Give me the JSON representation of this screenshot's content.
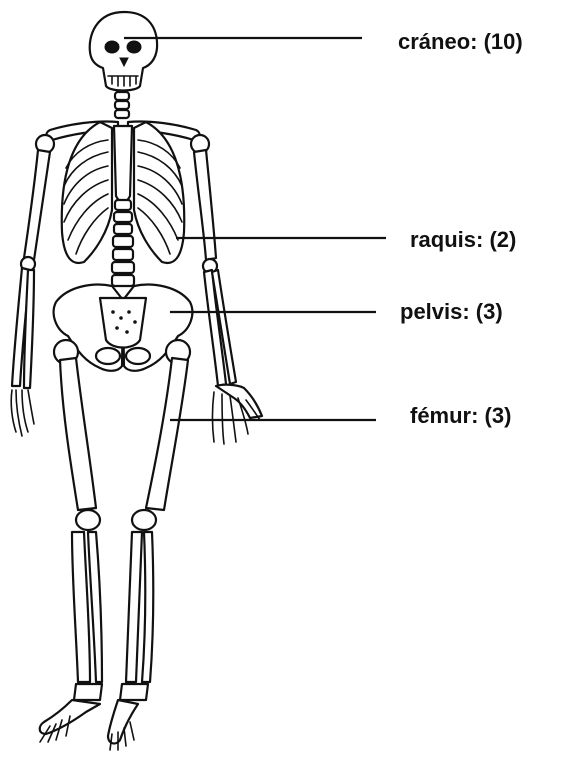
{
  "labels": {
    "craneo": "cráneo: (10)",
    "raquis": "raquis: (2)",
    "pelvis": "pelvis: (3)",
    "femur": "fémur: (3)"
  },
  "colors": {
    "ink": "#111111",
    "background": "#ffffff"
  }
}
